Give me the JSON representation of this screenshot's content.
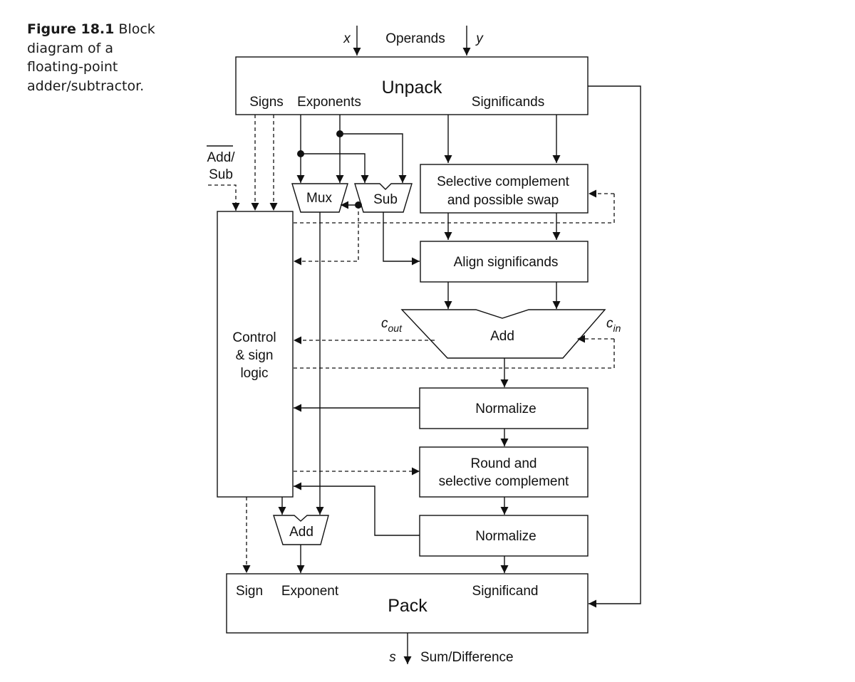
{
  "caption": {
    "figure_label": "Figure 18.1",
    "text": "Block diagram of a floating-point adder/subtractor."
  },
  "inputs": {
    "x": "x",
    "operands": "Operands",
    "y": "y"
  },
  "unpack": {
    "title": "Unpack",
    "signs": "Signs",
    "exponents": "Exponents",
    "significands": "Significands"
  },
  "add_sub": {
    "line1": "Add/",
    "line2": "Sub"
  },
  "mux": "Mux",
  "sub": "Sub",
  "selective_complement": {
    "line1": "Selective complement",
    "line2": "and possible swap"
  },
  "align": "Align significands",
  "cout": {
    "base": "c",
    "sub": "out"
  },
  "cin": {
    "base": "c",
    "sub": "in"
  },
  "add_main": "Add",
  "control": {
    "line1": "Control",
    "line2": "& sign",
    "line3": "logic"
  },
  "normalize1": "Normalize",
  "round": {
    "line1": "Round and",
    "line2": "selective complement"
  },
  "normalize2": "Normalize",
  "exp_add": "Add",
  "pack": {
    "title": "Pack",
    "sign": "Sign",
    "exponent": "Exponent",
    "significand": "Significand"
  },
  "output": {
    "s": "s",
    "label": "Sum/Difference"
  }
}
